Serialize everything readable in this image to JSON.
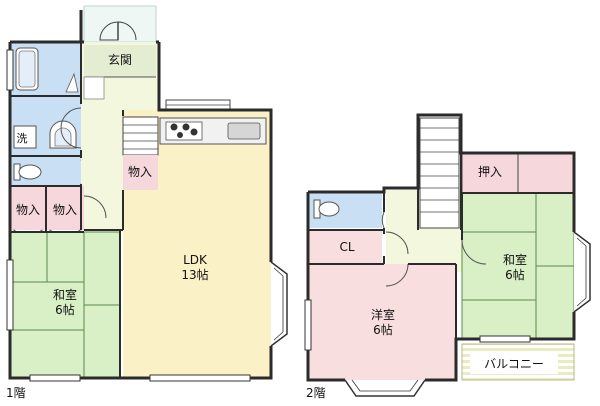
{
  "floor1": {
    "caption": "1階",
    "rooms": {
      "entrance": "玄関",
      "laundry": "洗",
      "closet_kitchen": "物入",
      "closet_left": "物入",
      "closet_mid": "物入",
      "washitsu_name": "和室",
      "washitsu_size": "6帖",
      "ldk_name": "LDK",
      "ldk_size": "13帖"
    }
  },
  "floor2": {
    "caption": "2階",
    "rooms": {
      "cl": "CL",
      "oshiire": "押入",
      "washitsu_name": "和室",
      "washitsu_size": "6帖",
      "yoshitsu_name": "洋室",
      "yoshitsu_size": "6帖",
      "balcony": "バルコニー"
    }
  },
  "colors": {
    "wall": "#2b2b2b",
    "wet_area": "#c9dff4",
    "ldk": "#fbf1c6",
    "washitsu": "#d9efc5",
    "washitsu_border": "#5a8a4a",
    "hallway": "#f3f7dd",
    "closet": "#f6d7dc",
    "yoshitsu": "#f8dede",
    "balcony_stripe": "#e9ebc0",
    "window": "#ffffff"
  },
  "icons": {
    "bathtub": "bathtub-icon",
    "washbasin": "washbasin-icon",
    "toilet": "toilet-icon",
    "stove": "stove-icon",
    "sink": "sink-icon"
  }
}
